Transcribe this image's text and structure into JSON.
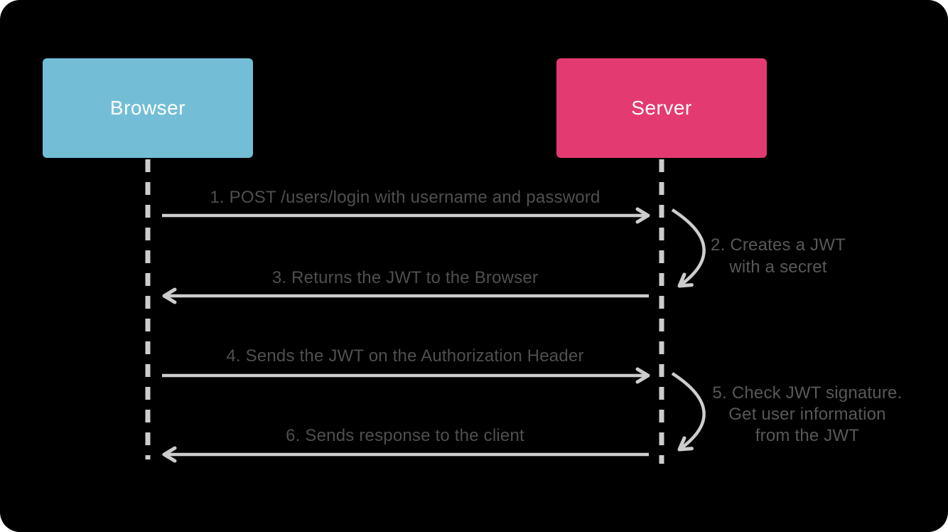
{
  "colors": {
    "background": "#000000",
    "browser_box": "#73bed6",
    "server_box": "#e43a72",
    "line": "#cdcdcd",
    "arrow_label": "#4f4f4f",
    "side_label": "#585858",
    "actor_label": "#ffffff"
  },
  "actors": [
    {
      "label": "Browser"
    },
    {
      "label": "Server"
    }
  ],
  "messages": [
    {
      "label": "1. POST /users/login with username and password",
      "from": "browser",
      "to": "server",
      "type": "arrow-right"
    },
    {
      "lines": [
        "2. Creates a JWT",
        "with a secret"
      ],
      "actor": "server",
      "type": "self"
    },
    {
      "label": "3. Returns the JWT to the Browser",
      "from": "server",
      "to": "browser",
      "type": "arrow-left"
    },
    {
      "label": "4. Sends the JWT on the Authorization Header",
      "from": "browser",
      "to": "server",
      "type": "arrow-right"
    },
    {
      "lines": [
        "5. Check JWT signature.",
        "Get user information",
        "from the JWT"
      ],
      "actor": "server",
      "type": "self"
    },
    {
      "label": "6. Sends response to the client",
      "from": "server",
      "to": "browser",
      "type": "arrow-left"
    }
  ]
}
